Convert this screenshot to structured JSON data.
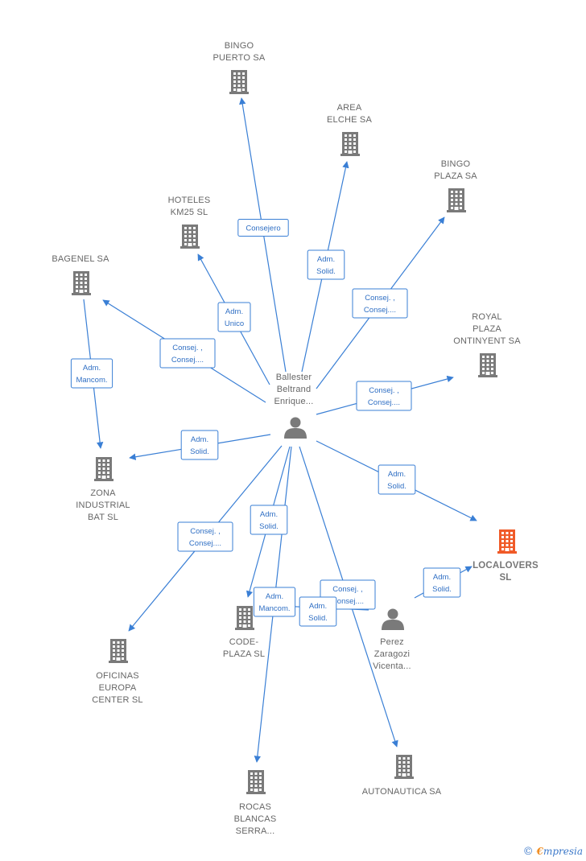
{
  "colors": {
    "edge": "#3a7fd5",
    "company": "#7a7a7a",
    "person": "#7a7a7a",
    "highlight": "#f05a28"
  },
  "nodes": [
    {
      "id": "bingo_puerto",
      "type": "company",
      "icon": "building-icon",
      "lines": [
        "BINGO",
        "PUERTO SA"
      ]
    },
    {
      "id": "area_elche",
      "type": "company",
      "icon": "building-icon",
      "lines": [
        "AREA",
        "ELCHE SA"
      ]
    },
    {
      "id": "bingo_plaza",
      "type": "company",
      "icon": "building-icon",
      "lines": [
        "BINGO",
        "PLAZA SA"
      ]
    },
    {
      "id": "hoteles_km25",
      "type": "company",
      "icon": "building-icon",
      "lines": [
        "HOTELES",
        "KM25 SL"
      ]
    },
    {
      "id": "bagenel",
      "type": "company",
      "icon": "building-icon",
      "lines": [
        "BAGENEL SA"
      ]
    },
    {
      "id": "royal_plaza",
      "type": "company",
      "icon": "building-icon",
      "lines": [
        "ROYAL",
        "PLAZA",
        "ONTINYENT SA"
      ]
    },
    {
      "id": "ballester",
      "type": "person",
      "icon": "person-icon",
      "lines": [
        "Ballester",
        "Beltrand",
        "Enrique..."
      ]
    },
    {
      "id": "zona_industrial",
      "type": "company",
      "icon": "building-icon",
      "lines": [
        "ZONA",
        "INDUSTRIAL",
        "BAT SL"
      ]
    },
    {
      "id": "localovers",
      "type": "company",
      "icon": "building-icon",
      "highlight": true,
      "lines": [
        "LOCALOVERS",
        "SL"
      ]
    },
    {
      "id": "code_plaza",
      "type": "company",
      "icon": "building-icon",
      "lines": [
        "CODE-",
        "PLAZA SL"
      ]
    },
    {
      "id": "perez",
      "type": "person",
      "icon": "person-icon",
      "lines": [
        "Perez",
        "Zaragozi",
        "Vicenta..."
      ]
    },
    {
      "id": "oficinas_europa",
      "type": "company",
      "icon": "building-icon",
      "lines": [
        "OFICINAS",
        "EUROPA",
        "CENTER SL"
      ]
    },
    {
      "id": "autonautica",
      "type": "company",
      "icon": "building-icon",
      "lines": [
        "AUTONAUTICA SA"
      ]
    },
    {
      "id": "rocas_blancas",
      "type": "company",
      "icon": "building-icon",
      "lines": [
        "ROCAS",
        "BLANCAS",
        "SERRA..."
      ]
    }
  ],
  "edges": [
    {
      "from": "ballester",
      "to": "bingo_puerto",
      "label": [
        "Consejero"
      ]
    },
    {
      "from": "ballester",
      "to": "area_elche",
      "label": [
        "Adm.",
        "Solid."
      ]
    },
    {
      "from": "ballester",
      "to": "bingo_plaza",
      "label": [
        "Consej. ,",
        "Consej...."
      ]
    },
    {
      "from": "ballester",
      "to": "hoteles_km25",
      "label": [
        "Adm.",
        "Unico"
      ]
    },
    {
      "from": "ballester",
      "to": "bagenel",
      "label": [
        "Consej. ,",
        "Consej...."
      ]
    },
    {
      "from": "ballester",
      "to": "royal_plaza",
      "label": [
        "Consej. ,",
        "Consej...."
      ]
    },
    {
      "from": "bagenel",
      "to": "zona_industrial",
      "label": [
        "Adm.",
        "Mancom."
      ]
    },
    {
      "from": "ballester",
      "to": "zona_industrial",
      "label": [
        "Adm.",
        "Solid."
      ]
    },
    {
      "from": "ballester",
      "to": "localovers",
      "label": [
        "Adm.",
        "Solid."
      ]
    },
    {
      "from": "ballester",
      "to": "oficinas_europa",
      "label": [
        "Consej. ,",
        "Consej...."
      ]
    },
    {
      "from": "ballester",
      "to": "code_plaza",
      "label": [
        "Adm.",
        "Solid."
      ]
    },
    {
      "from": "ballester",
      "to": "rocas_blancas",
      "label": [
        "Adm.",
        "Mancom."
      ]
    },
    {
      "from": "ballester",
      "to": "autonautica",
      "label": [
        "Consej. ,",
        "Consej...."
      ]
    },
    {
      "from": "perez",
      "to": "code_plaza",
      "label": [
        "Adm.",
        "Solid."
      ]
    },
    {
      "from": "perez",
      "to": "localovers",
      "label": [
        "Adm.",
        "Solid."
      ]
    }
  ],
  "footer": {
    "copyright": "©",
    "brand_first": "€",
    "brand_rest": "mpresia"
  }
}
